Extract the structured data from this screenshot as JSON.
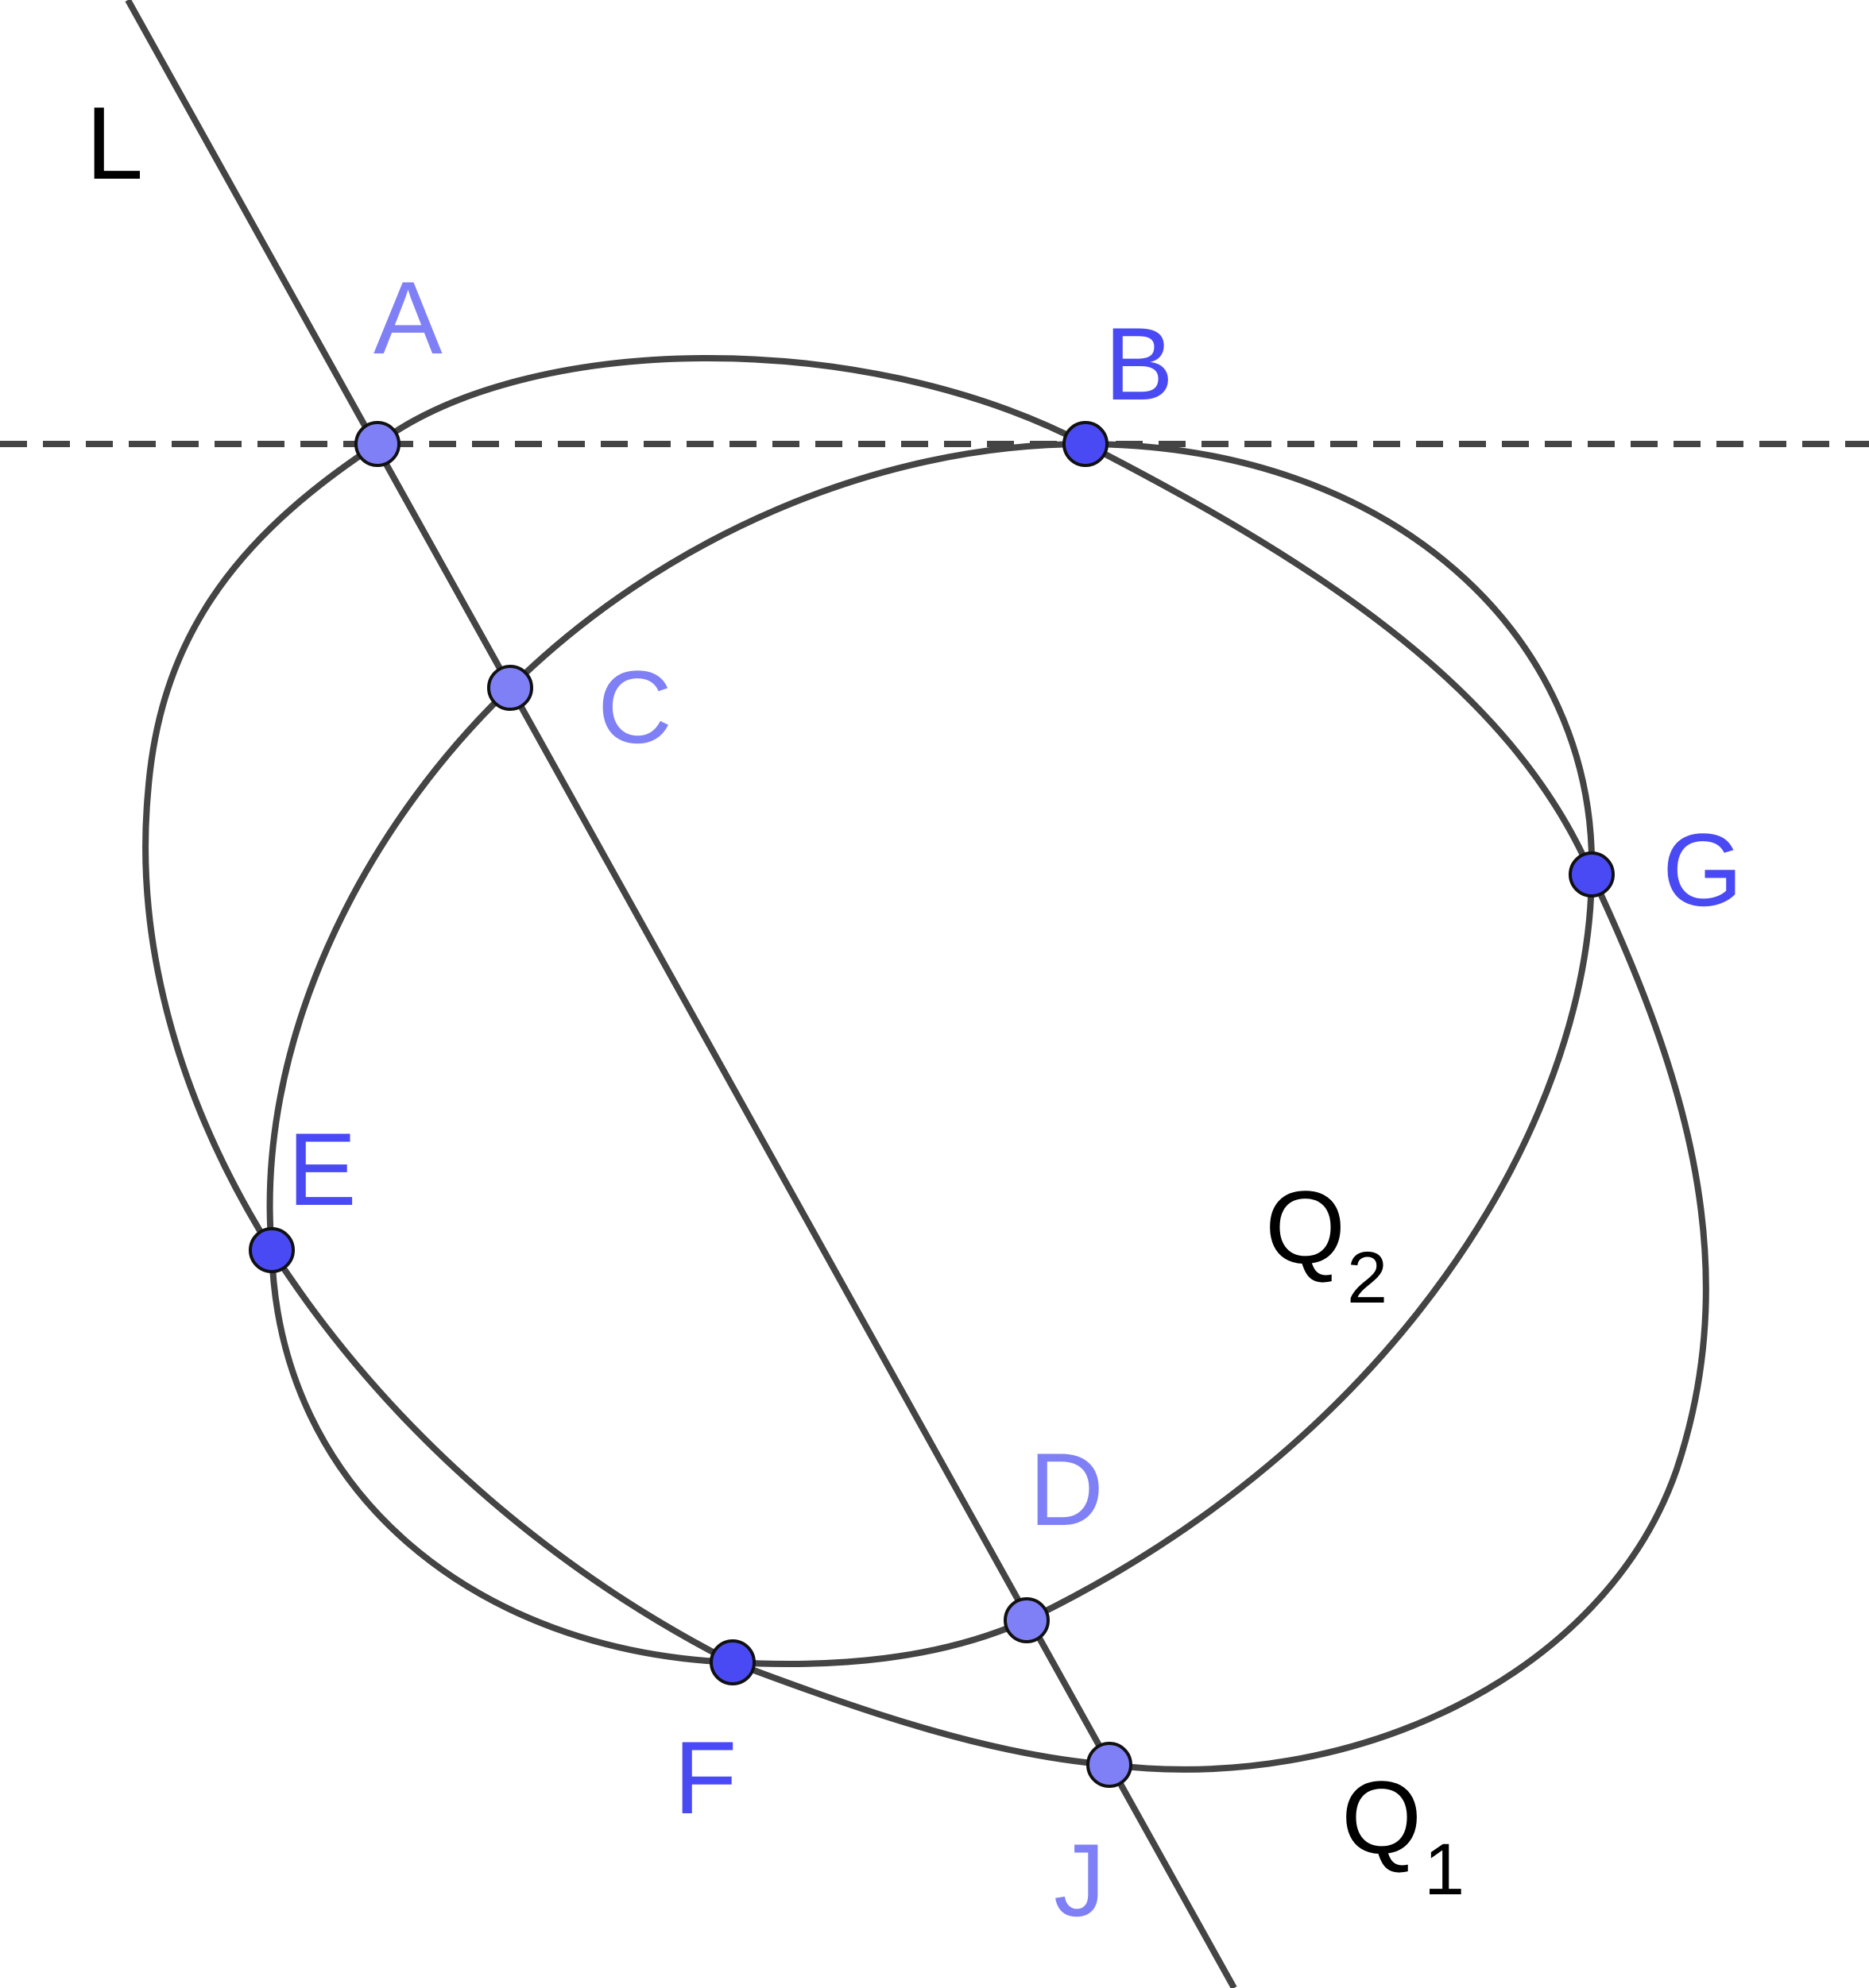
{
  "colors": {
    "curve": "#444444",
    "free_point": "#4a4af5",
    "dependent_point": "#7f80f6",
    "black_label": "#000000"
  },
  "labels": {
    "line_L": "L",
    "conic_Q1": "Q",
    "conic_Q1_sub": "1",
    "conic_Q2": "Q",
    "conic_Q2_sub": "2"
  },
  "points": [
    {
      "id": "A",
      "label": "A",
      "kind": "dependent"
    },
    {
      "id": "B",
      "label": "B",
      "kind": "free"
    },
    {
      "id": "C",
      "label": "C",
      "kind": "dependent"
    },
    {
      "id": "D",
      "label": "D",
      "kind": "dependent"
    },
    {
      "id": "E",
      "label": "E",
      "kind": "free"
    },
    {
      "id": "F",
      "label": "F",
      "kind": "free"
    },
    {
      "id": "G",
      "label": "G",
      "kind": "free"
    },
    {
      "id": "J",
      "label": "J",
      "kind": "dependent"
    }
  ]
}
